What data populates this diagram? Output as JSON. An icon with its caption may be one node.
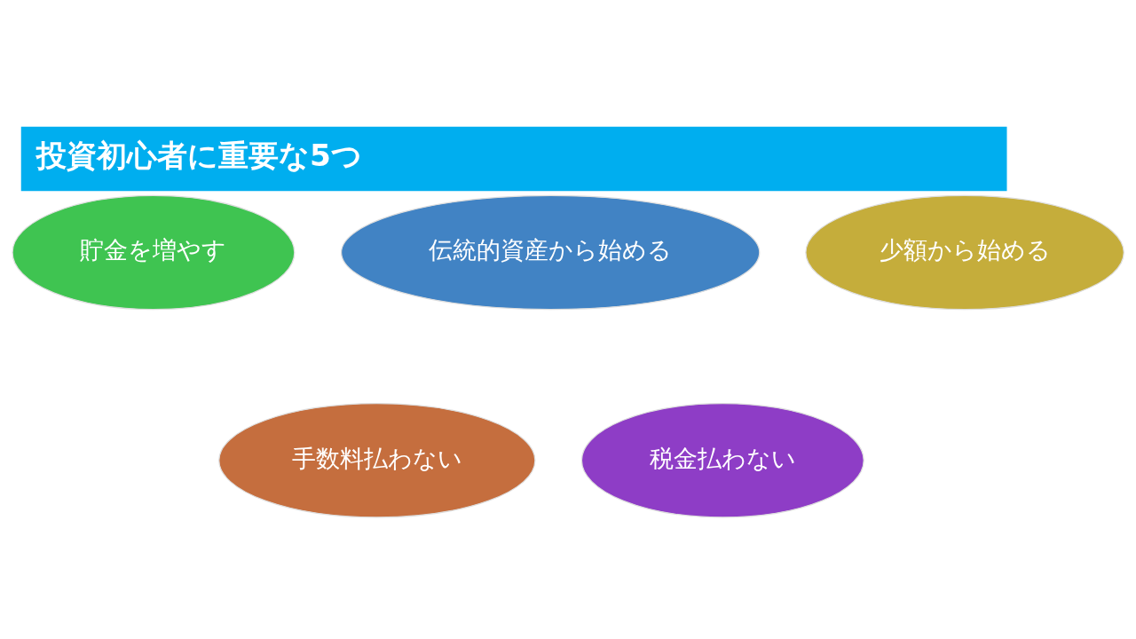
{
  "diagram": {
    "title": "投資初心者に重要な5つ",
    "nodes": [
      {
        "text": [
          "貯金を増やす"
        ]
      },
      {
        "text": [
          "伝統的資産から始める"
        ]
      },
      {
        "text": [
          "少額から始める"
        ]
      },
      {
        "text": [
          "手数料払わない"
        ]
      },
      {
        "text": [
          "税金払わない"
        ]
      }
    ]
  }
}
